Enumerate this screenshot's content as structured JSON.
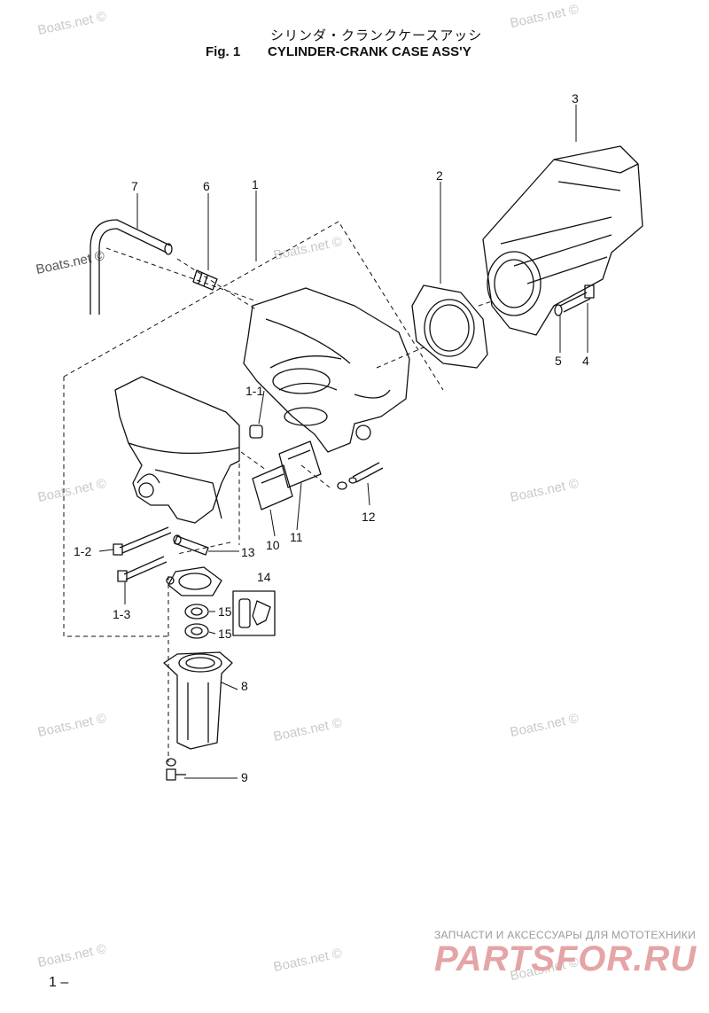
{
  "header": {
    "title_jp": "シリンダ・クランクケースアッシ",
    "fig": "Fig. 1",
    "title_en": "CYLINDER-CRANK CASE ASS'Y"
  },
  "watermark": "Boats.net ©",
  "callouts": {
    "c1": "1",
    "c1_1": "1-1",
    "c1_2": "1-2",
    "c1_3": "1-3",
    "c2": "2",
    "c3": "3",
    "c4": "4",
    "c5": "5",
    "c6": "6",
    "c7": "7",
    "c8": "8",
    "c9": "9",
    "c10": "10",
    "c11": "11",
    "c12": "12",
    "c13": "13",
    "c14": "14",
    "c15a": "15",
    "c15b": "15"
  },
  "branding": {
    "tagline": "ЗАПЧАСТИ И АКСЕССУАРЫ ДЛЯ МОТОТЕХНИКИ",
    "logo": "PARTSFOR.RU"
  },
  "page_number": "1 –"
}
